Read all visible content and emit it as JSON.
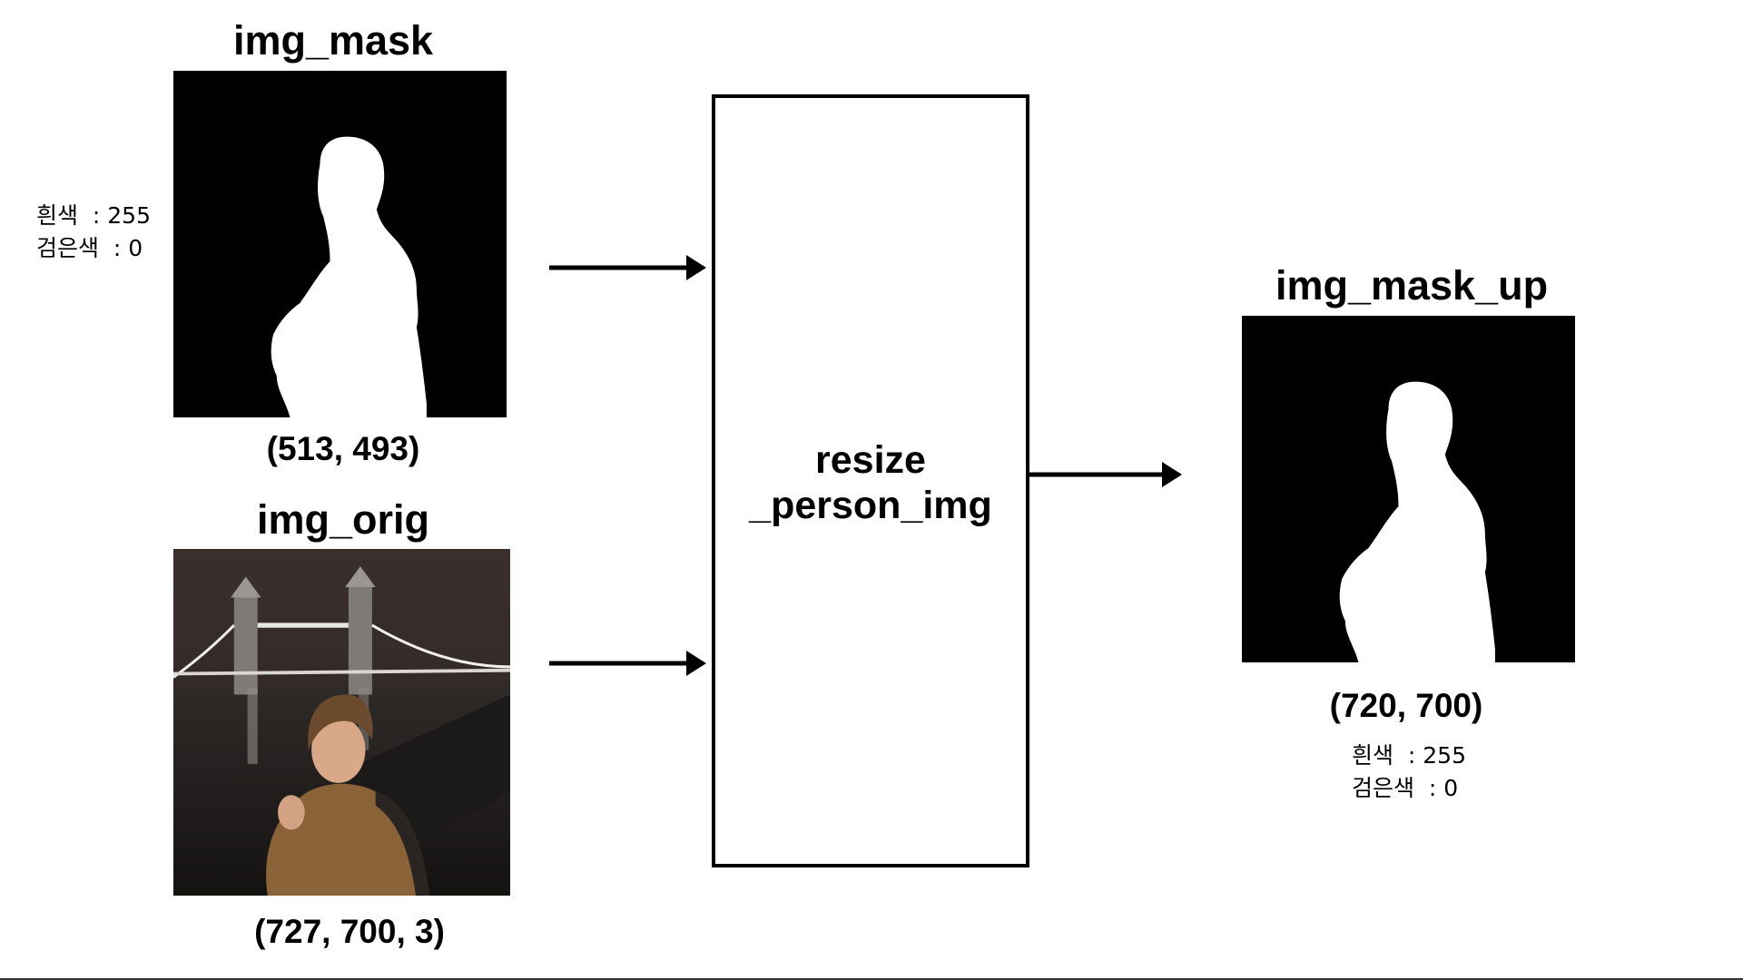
{
  "inputs": {
    "mask": {
      "title": "img_mask",
      "shape": "(513, 493)",
      "legend": {
        "white": "흰색  : 255",
        "black": "검은색  : 0"
      }
    },
    "orig": {
      "title": "img_orig",
      "shape": "(727, 700, 3)"
    }
  },
  "process": {
    "line1": "resize",
    "line2": "_person_img"
  },
  "output": {
    "title": "img_mask_up",
    "shape": "(720, 700)",
    "legend": {
      "white": "흰색  : 255",
      "black": "검은색  : 0"
    }
  },
  "colors": {
    "mask_background": "#000000",
    "mask_foreground": "#ffffff",
    "stroke": "#000000"
  }
}
